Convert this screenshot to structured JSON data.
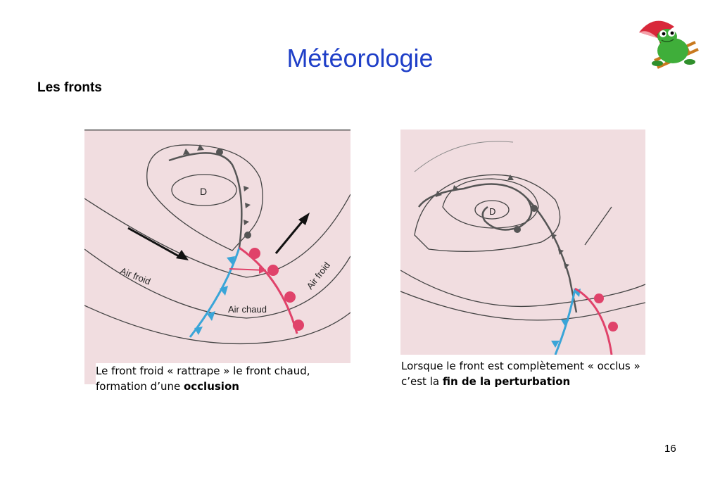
{
  "slide": {
    "title": "Météorologie",
    "subtitle": "Les fronts",
    "page_number": "16"
  },
  "figure_left": {
    "low_label": "D",
    "air_froid_left": "Air froid",
    "air_froid_right": "Air froid",
    "air_chaud": "Air chaud",
    "caption_part1": "Le front froid « rattrape » le front chaud, formation d’une ",
    "caption_bold": "occlusion"
  },
  "figure_right": {
    "low_label": "D",
    "caption_part1": "Lorsque le front est complètement « occlus » c’est la ",
    "caption_bold": "fin de la perturbation"
  },
  "colors": {
    "title": "#1f3fc8",
    "map_background": "#f1dde0",
    "cold_front": "#3aa5d8",
    "warm_front": "#e0426a",
    "occluded_front": "#555555"
  },
  "icons": {
    "logo": "frog-umbrella-ladder-icon"
  }
}
